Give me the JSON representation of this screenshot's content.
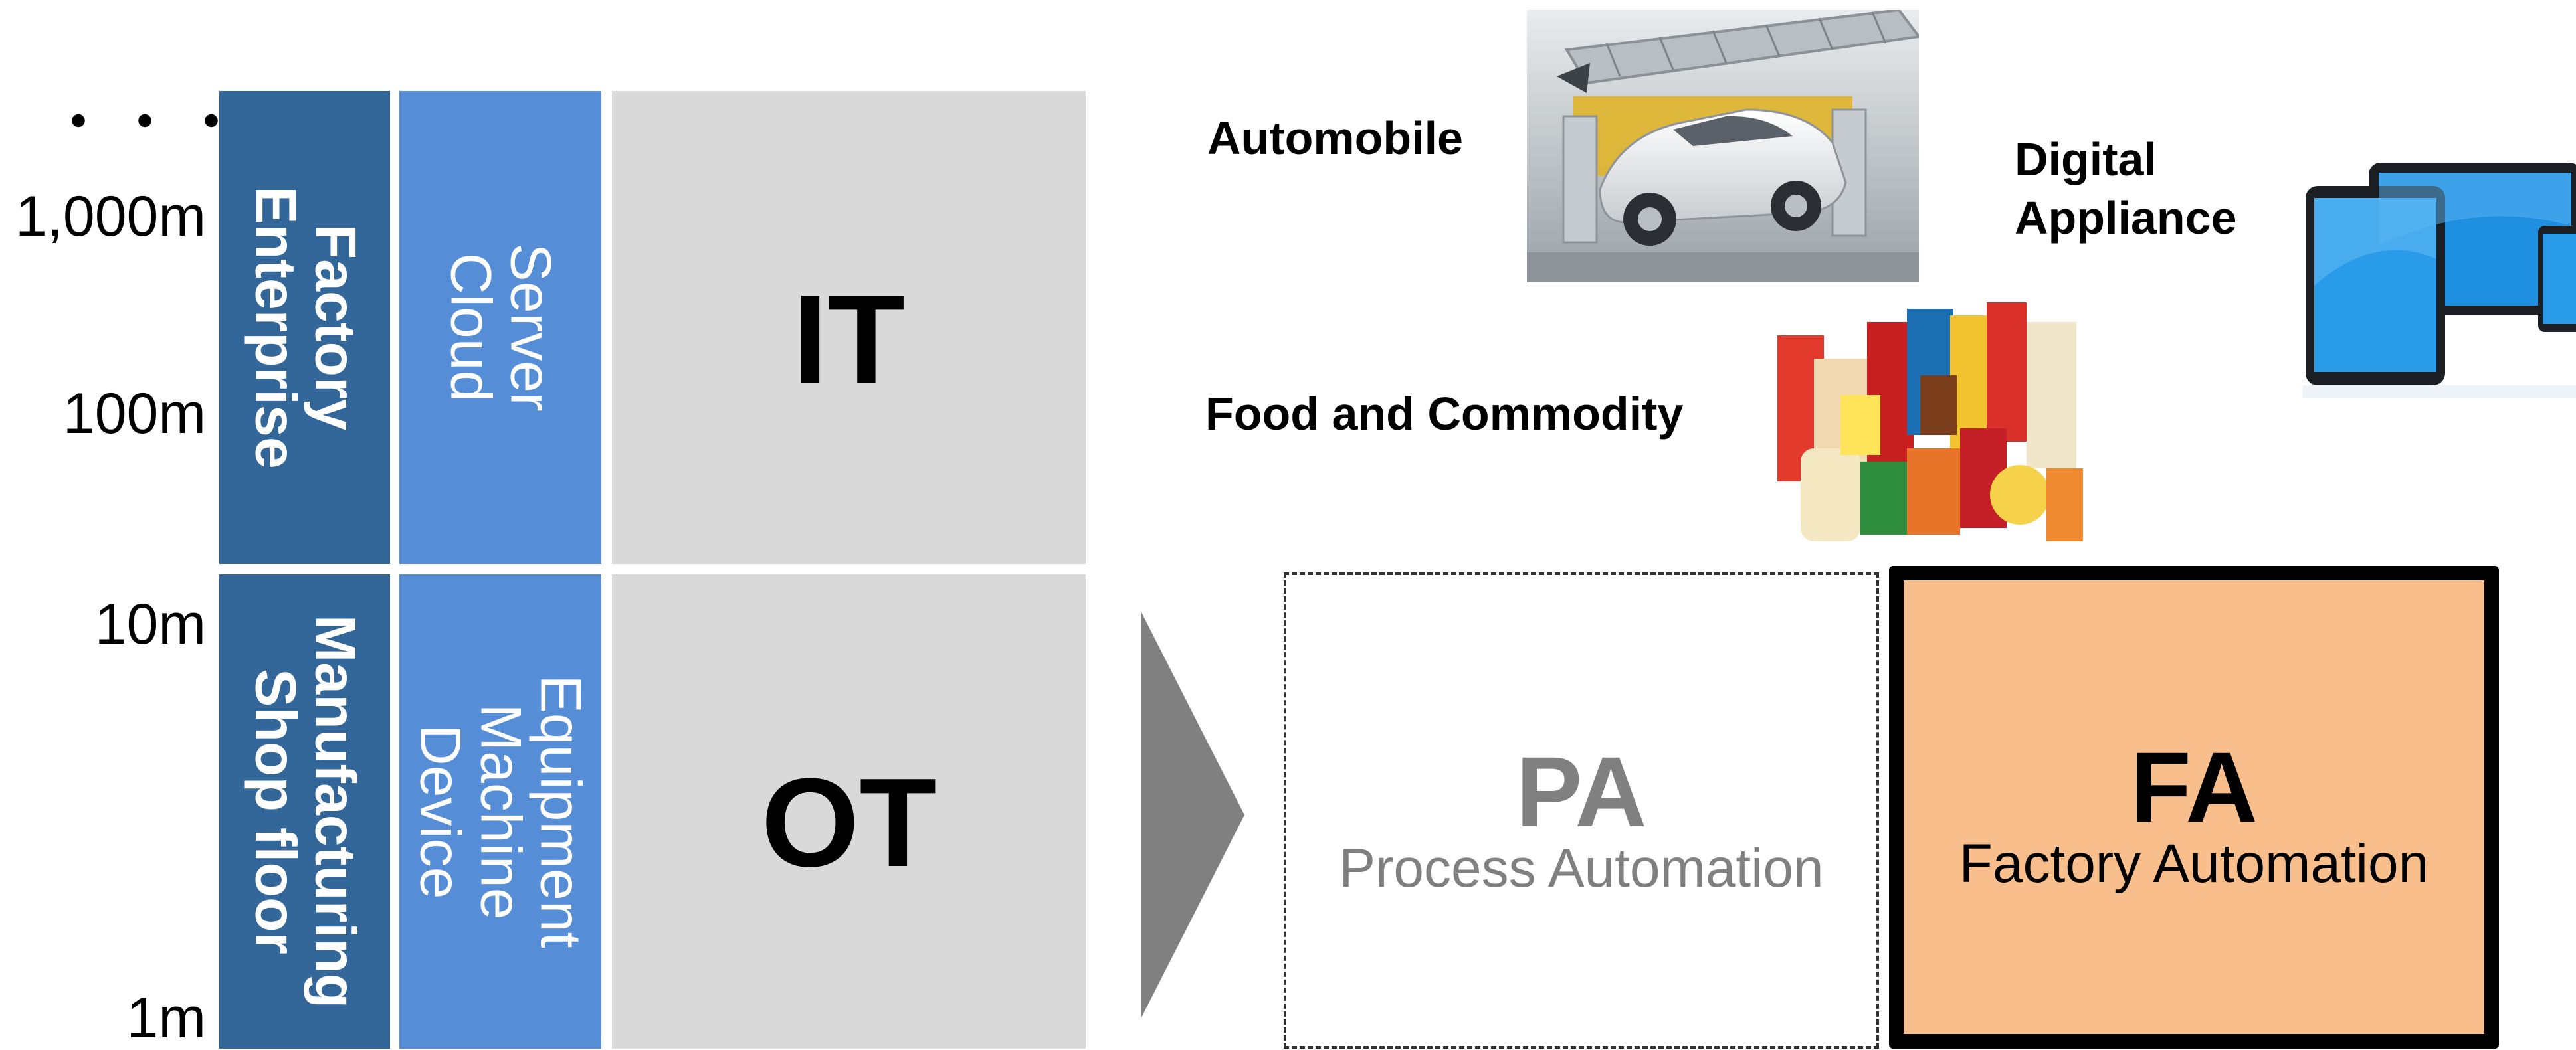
{
  "scale": {
    "ellipsis": "・・・",
    "labels": [
      "1,000m",
      "100m",
      "10m",
      "1m"
    ]
  },
  "upper": {
    "col1": [
      "Factory",
      "Enterprise"
    ],
    "col2": [
      "Server",
      "Cloud"
    ],
    "main": "IT"
  },
  "lower": {
    "col1": [
      "Manufacturing",
      "Shop floor"
    ],
    "col2": [
      "Equipment",
      "Machine",
      "Device"
    ],
    "main": "OT"
  },
  "categories": {
    "automobile": "Automobile",
    "digital": [
      "Digital",
      "Appliance"
    ],
    "food": "Food and Commodity"
  },
  "pa": {
    "title": "PA",
    "subtitle": "Process Automation"
  },
  "fa": {
    "title": "FA",
    "subtitle": "Factory Automation"
  },
  "icons": {
    "car": "car-image-icon",
    "tablet": "tablet-image-icon",
    "food": "food-products-image-icon"
  },
  "colors": {
    "dark_blue": "#336699",
    "light_blue": "#558ed6",
    "grey": "#d9d9d9",
    "arrow": "#808080",
    "fa_fill": "#f8bf8d"
  }
}
